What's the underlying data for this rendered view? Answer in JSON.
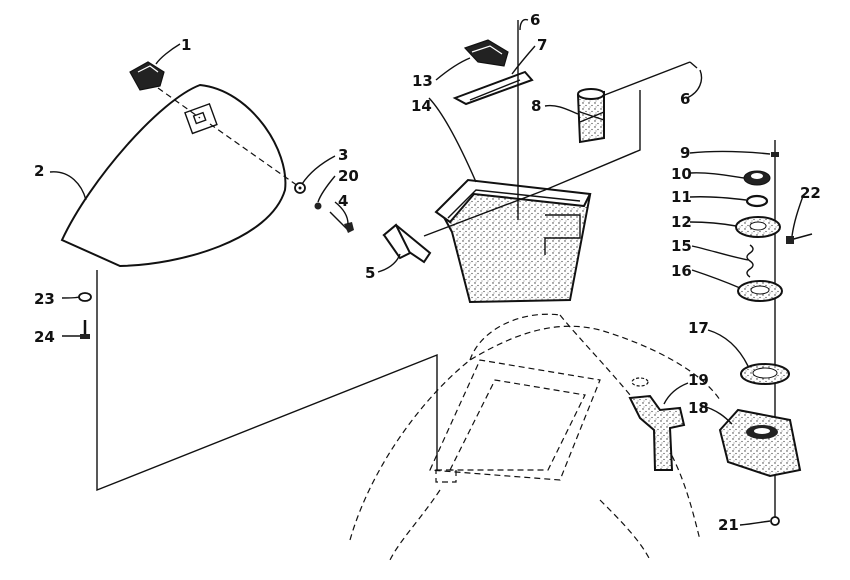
{
  "callouts": {
    "c1": "1",
    "c2": "2",
    "c3": "3",
    "c4": "4",
    "c5": "5",
    "c6a": "6",
    "c6b": "6",
    "c7": "7",
    "c8": "8",
    "c9": "9",
    "c10": "10",
    "c11": "11",
    "c12": "12",
    "c13": "13",
    "c14": "14",
    "c15": "15",
    "c16": "16",
    "c17": "17",
    "c18": "18",
    "c19": "19",
    "c20": "20",
    "c21": "21",
    "c22": "22",
    "c23": "23",
    "c24": "24"
  }
}
